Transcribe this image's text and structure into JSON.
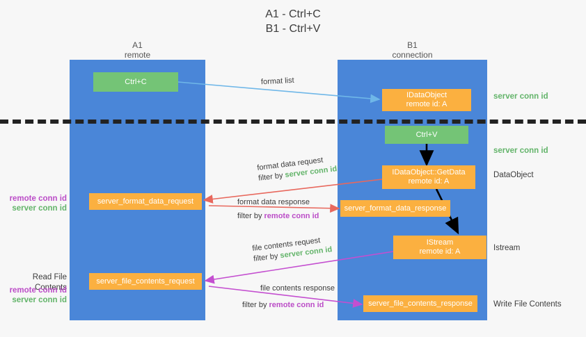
{
  "title": {
    "line1": "A1 - Ctrl+C",
    "line2": "B1 - Ctrl+V"
  },
  "lanes": [
    {
      "name": "A1",
      "sub": "remote"
    },
    {
      "name": "B1",
      "sub": "connection"
    }
  ],
  "boxes": {
    "ctrl_c": {
      "label": "Ctrl+C"
    },
    "ctrl_v": {
      "label": "Ctrl+V"
    },
    "idataobject": {
      "line1": "IDataObject",
      "line2": "remote id: A"
    },
    "getdata": {
      "line1": "IDataObject::GetData",
      "line2": "remote id: A"
    },
    "istream": {
      "line1": "IStream",
      "line2": "remote id: A"
    },
    "format_data_request": {
      "label": "server_format_data_request"
    },
    "format_data_response": {
      "label": "server_format_data_response"
    },
    "file_contents_request": {
      "label": "server_file_contents_request"
    },
    "file_contents_response": {
      "label": "server_file_contents_response"
    }
  },
  "edges": {
    "format_list": {
      "label": "format list"
    },
    "format_data_request": {
      "label": "format data request",
      "filter_prefix": "filter by ",
      "filter_value": "server conn id"
    },
    "format_data_response": {
      "label": "format data response",
      "filter_prefix": "filter by ",
      "filter_value": "remote conn id"
    },
    "file_contents_request": {
      "label": "file contents request",
      "filter_prefix": "filter by ",
      "filter_value": "server conn id"
    },
    "file_contents_response": {
      "label": "file contents response",
      "filter_prefix": "filter by ",
      "filter_value": "remote conn id"
    }
  },
  "annotations": {
    "right_server_conn_1": "server conn id",
    "right_server_conn_2": "server conn id",
    "right_dataobject": "DataObject",
    "right_istream": "Istream",
    "right_write_file_contents": "Write File Contents",
    "left_remote_conn_1": "remote conn id",
    "left_server_conn_1": "server conn id",
    "left_read_file_contents": "Read File Contents",
    "left_remote_conn_2": "remote conn id",
    "left_server_conn_2": "server conn id"
  },
  "colors": {
    "lane": "#4a86d8",
    "green_box": "#74c476",
    "orange_box": "#fbb040",
    "arrow_format_list": "#6fb7e8",
    "arrow_format_data": "#e8685d",
    "arrow_file_contents": "#c44fd0",
    "arrow_flow": "#000000",
    "text_green": "#63b46a",
    "text_magenta": "#bb4dc7",
    "background": "#f7f7f7"
  }
}
